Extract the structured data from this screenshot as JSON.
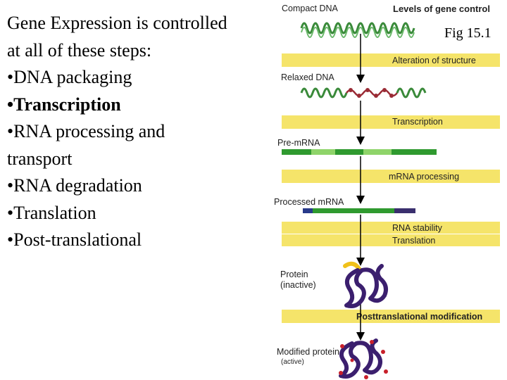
{
  "slide": {
    "title_line1": "Gene Expression is controlled",
    "title_line2": "at all of these steps:",
    "bullets": [
      "•DNA packaging",
      "•Transcription",
      "•RNA processing and",
      "transport",
      "•RNA degradation",
      "•Translation",
      "•Post-translational"
    ]
  },
  "figure": {
    "label": "Fig 15.1",
    "heading": "Levels of gene control",
    "states": {
      "compact_dna": "Compact DNA",
      "relaxed_dna": "Relaxed DNA",
      "pre_mrna": "Pre-mRNA",
      "processed_mrna": "Processed mRNA",
      "protein_line1": "Protein",
      "protein_line2": "(inactive)",
      "modified_line1": "Modified protein",
      "modified_line2": "(active)"
    },
    "levels": {
      "alteration": "Alteration of structure",
      "transcription": "Transcription",
      "mrna_processing": "mRNA processing",
      "rna_stability": "RNA stability",
      "translation": "Translation",
      "posttranslational": "Posttranslational modification"
    },
    "colors": {
      "band": "#f5e46a",
      "dna_green": "#3a8a3a",
      "relaxed_red": "#9a2b35",
      "exon_green": "#2f9a2f",
      "intron_green": "#8fd46a",
      "protein_purple": "#3b1f6e",
      "protein_yellow": "#f0c11a",
      "modification_red": "#c8202a"
    }
  }
}
